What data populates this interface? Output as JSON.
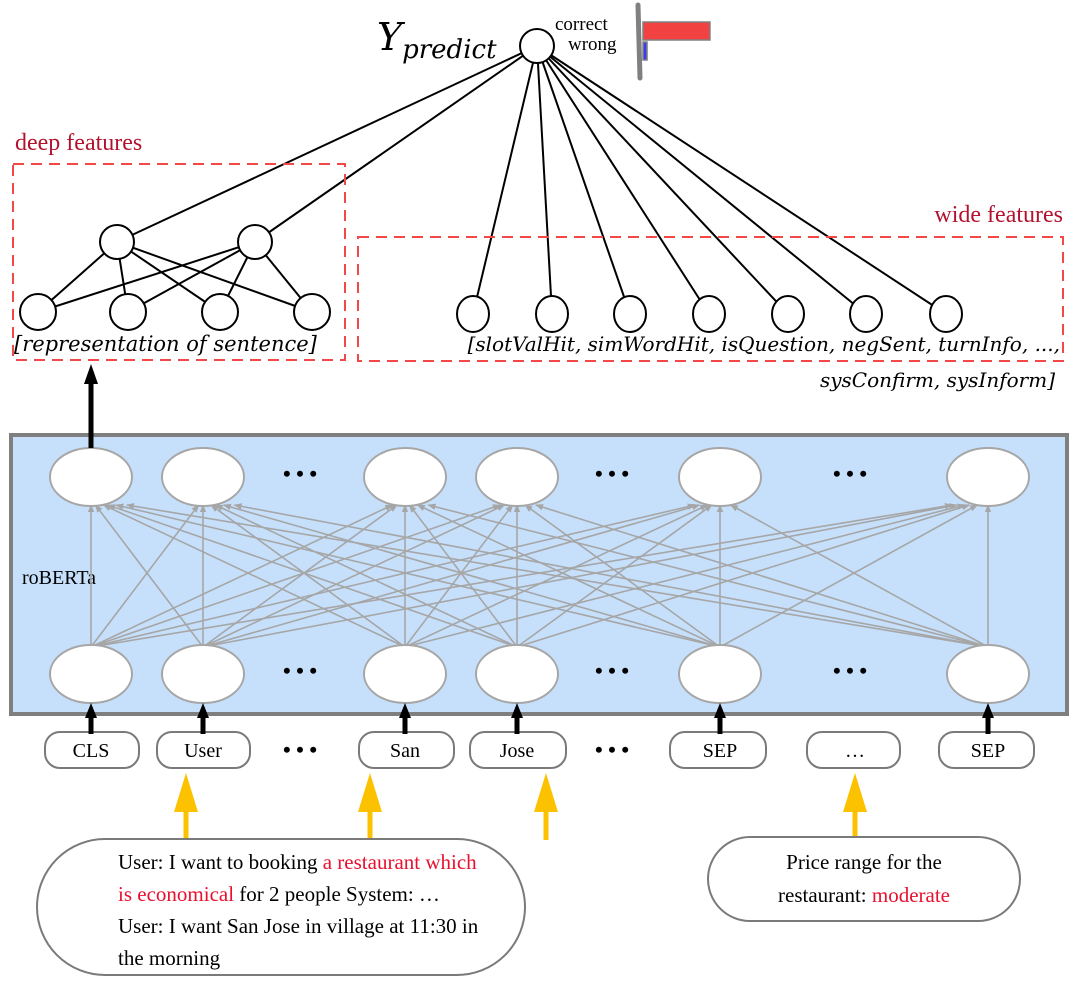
{
  "output": {
    "label_main": "Y",
    "label_sub": "predict",
    "legend": [
      "correct",
      "wrong"
    ],
    "correct_fraction": 0.93,
    "wrong_fraction": 0.07,
    "colors": {
      "correct": "#f24141",
      "wrong": "#3b3bf0",
      "axis": "#808080"
    }
  },
  "deep": {
    "label": "deep features",
    "caption": "[representation of sentence]"
  },
  "wide": {
    "label": "wide features",
    "caption_line1": "[slotValHit, simWordHit, isQuestion, negSent, turnInfo, ...,",
    "caption_line2": "sysConfirm, sysInform]"
  },
  "encoder": {
    "label": "roBERTa",
    "ellipsis": "• • •",
    "colors": {
      "fill": "#c6e0fc",
      "border": "#7f7f7f",
      "edge": "#a6a6a6"
    }
  },
  "tokens": [
    "CLS",
    "User",
    "• • •",
    "San",
    "Jose",
    "• • •",
    "SEP",
    "…",
    "SEP"
  ],
  "dialogue": {
    "line1_a": "User: I want to booking ",
    "line1_b": "a restaurant which",
    "line2_a": "is economical",
    "line2_b": " for 2 people System: …",
    "line3": "User: I want San Jose in village at 11:30 in",
    "line4": "the morning"
  },
  "slot": {
    "line1": "Price range for the",
    "line2_a": "restaurant: ",
    "line2_b": "moderate"
  },
  "colors": {
    "highlight": "#e8102f",
    "section_label": "#b3122e",
    "dashed_box": "#f24848",
    "yellow_arrow": "#fcc200"
  }
}
